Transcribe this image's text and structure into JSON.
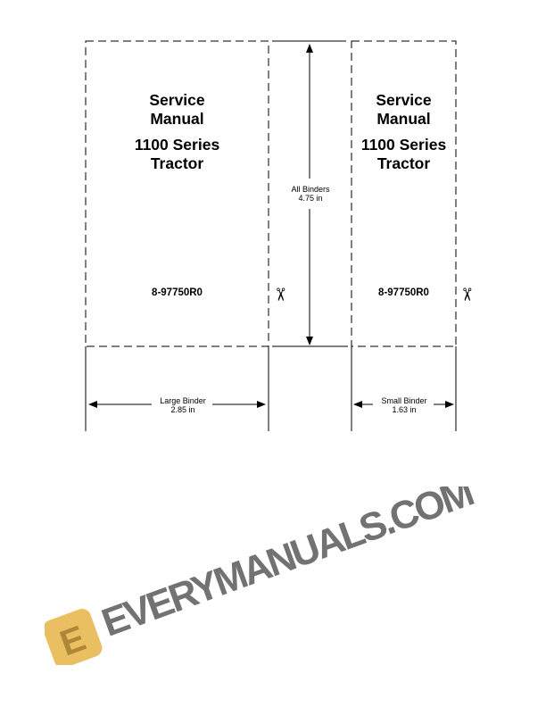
{
  "large_spine": {
    "line1": "Service",
    "line2": "Manual",
    "line3": "1100 Series",
    "line4": "Tractor",
    "part_number": "8-97750R0"
  },
  "small_spine": {
    "line1": "Service",
    "line2": "Manual",
    "line3": "1100 Series",
    "line4": "Tractor",
    "part_number": "8-97750R0"
  },
  "dimensions": {
    "all_binders": {
      "label": "All Binders",
      "value": "4.75 in"
    },
    "large_binder": {
      "label": "Large Binder",
      "value": "2.85 in"
    },
    "small_binder": {
      "label": "Small Binder",
      "value": "1.63 in"
    }
  },
  "icons": {
    "cut": "scissors-icon"
  },
  "watermark": {
    "text": "EVERYMANUALS.COM",
    "logo_letter": "E",
    "logo_color": "#e8b850"
  }
}
